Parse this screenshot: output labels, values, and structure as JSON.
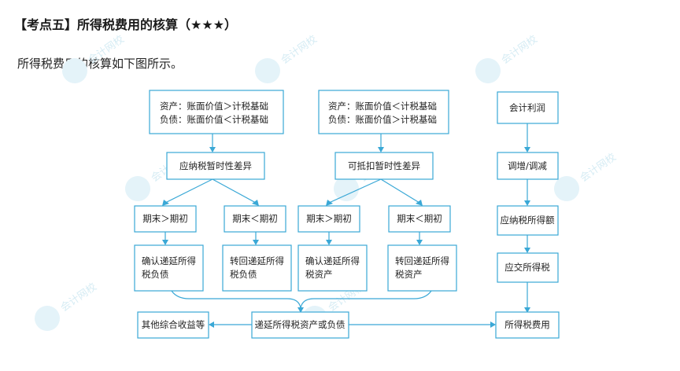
{
  "heading": "【考点五】所得税费用的核算（★★★）",
  "intro": "所得税费用的核算如下图所示。",
  "watermark": "会计网校",
  "colors": {
    "line": "#3aa8d6",
    "watermark": "#d6ecf4"
  },
  "nodes": {
    "a1": [
      "资产：账面价值＞计税基础",
      "负债：账面价值＜计税基础"
    ],
    "a2": [
      "资产：账面价值＜计税基础",
      "负债：账面价值＞计税基础"
    ],
    "profit": "会计利润",
    "ytemp": "应纳税暂时性差异",
    "dtemp": "可抵扣暂时性差异",
    "adjust": "调增/调减",
    "p1": "期末＞期初",
    "p2": "期末＜期初",
    "p3": "期末＞期初",
    "p4": "期末＜期初",
    "taxable": "应纳税所得额",
    "c1": [
      "确认递延所得",
      "税负债"
    ],
    "c2": [
      "转回递延所得",
      "税负债"
    ],
    "c3": [
      "确认递延所得",
      "税资产"
    ],
    "c4": [
      "转回递延所得",
      "税资产"
    ],
    "payable": "应交所得税",
    "other": "其他综合收益等",
    "deferred": "递延所得税资产或负债",
    "expense": "所得税费用"
  }
}
